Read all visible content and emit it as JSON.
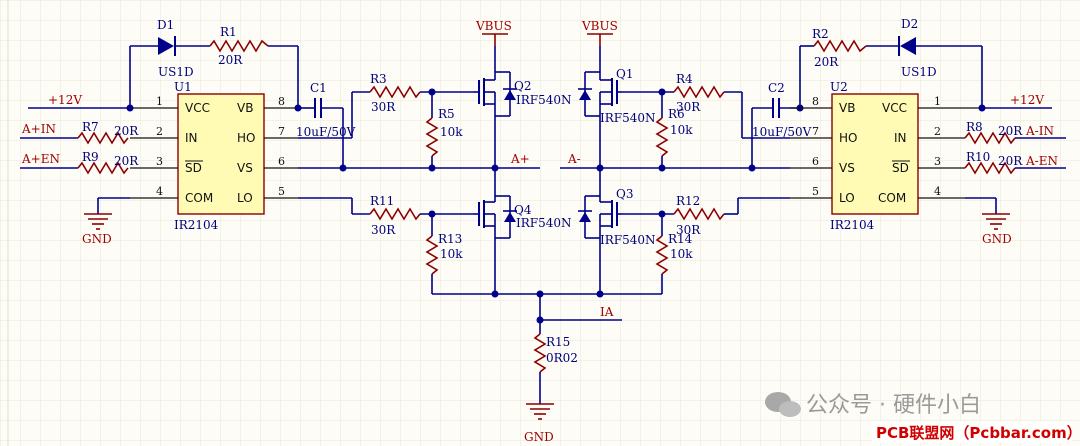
{
  "power_nets": {
    "vbus_left": "VBUS",
    "vbus_right": "VBUS",
    "v12_left": "+12V",
    "v12_right": "+12V",
    "gnd_left": "GND",
    "gnd_right": "GND",
    "gnd_bottom": "GND"
  },
  "signal_nets": {
    "a_in": "A+IN",
    "a_en": "A+EN",
    "b_in": "A-IN",
    "b_en": "A-EN",
    "a_out": "A+",
    "b_out": "A-",
    "ia": "IA"
  },
  "ics": {
    "u1": {
      "ref": "U1",
      "part": "IR2104",
      "pins_left": [
        {
          "num": "1",
          "name": "VCC"
        },
        {
          "num": "2",
          "name": "IN"
        },
        {
          "num": "3",
          "name": "SD"
        },
        {
          "num": "4",
          "name": "COM"
        }
      ],
      "pins_right": [
        {
          "num": "8",
          "name": "VB"
        },
        {
          "num": "7",
          "name": "HO"
        },
        {
          "num": "6",
          "name": "VS"
        },
        {
          "num": "5",
          "name": "LO"
        }
      ]
    },
    "u2": {
      "ref": "U2",
      "part": "IR2104",
      "pins_left": [
        {
          "num": "8",
          "name": "VB"
        },
        {
          "num": "7",
          "name": "HO"
        },
        {
          "num": "6",
          "name": "VS"
        },
        {
          "num": "5",
          "name": "LO"
        }
      ],
      "pins_right": [
        {
          "num": "1",
          "name": "VCC"
        },
        {
          "num": "2",
          "name": "IN"
        },
        {
          "num": "3",
          "name": "SD"
        },
        {
          "num": "4",
          "name": "COM"
        }
      ]
    }
  },
  "components": {
    "d1": {
      "ref": "D1",
      "value": "US1D"
    },
    "d2": {
      "ref": "D2",
      "value": "US1D"
    },
    "r1": {
      "ref": "R1",
      "value": "20R"
    },
    "r2": {
      "ref": "R2",
      "value": "20R"
    },
    "r3": {
      "ref": "R3",
      "value": "30R"
    },
    "r4": {
      "ref": "R4",
      "value": "30R"
    },
    "r5": {
      "ref": "R5",
      "value": "10k"
    },
    "r6": {
      "ref": "R6",
      "value": "10k"
    },
    "r7": {
      "ref": "R7",
      "value": "20R"
    },
    "r8": {
      "ref": "R8",
      "value": "20R"
    },
    "r9": {
      "ref": "R9",
      "value": "20R"
    },
    "r10": {
      "ref": "R10",
      "value": "20R"
    },
    "r11": {
      "ref": "R11",
      "value": "30R"
    },
    "r12": {
      "ref": "R12",
      "value": "30R"
    },
    "r13": {
      "ref": "R13",
      "value": "10k"
    },
    "r14": {
      "ref": "R14",
      "value": "10k"
    },
    "r15": {
      "ref": "R15",
      "value": "0R02"
    },
    "c1": {
      "ref": "C1",
      "value": "10uF/50V"
    },
    "c2": {
      "ref": "C2",
      "value": "10uF/50V"
    },
    "q1": {
      "ref": "Q1",
      "value": "IRF540N"
    },
    "q2": {
      "ref": "Q2",
      "value": "IRF540N"
    },
    "q3": {
      "ref": "Q3",
      "value": "IRF540N"
    },
    "q4": {
      "ref": "Q4",
      "value": "IRF540N"
    }
  },
  "watermark": {
    "text": "公众号 · 硬件小白",
    "site": "PCB联盟网（Pcbbar.com）"
  }
}
